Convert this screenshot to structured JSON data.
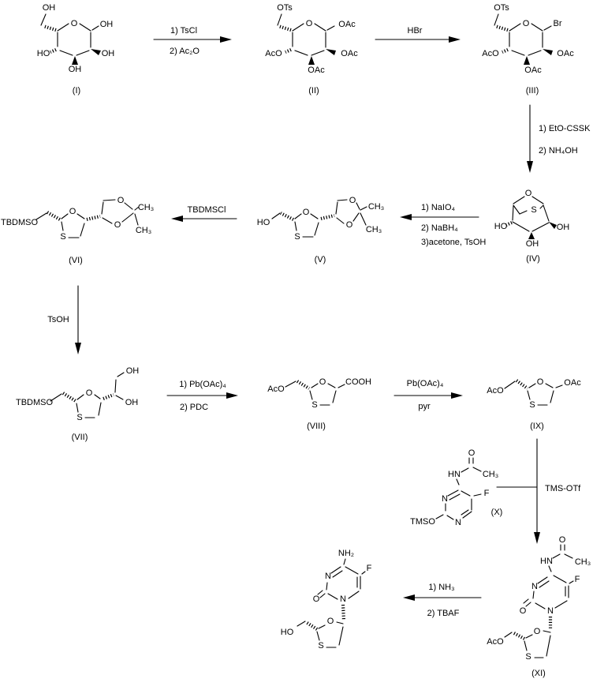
{
  "compounds": {
    "I": {
      "label": "(I)",
      "ch2oh": "OH",
      "ring_o": "O",
      "c1": "OH",
      "c2": "OH",
      "c3": "OH",
      "c4": "HO"
    },
    "II": {
      "label": "(II)",
      "ots": "OTs",
      "ring_o": "O",
      "c1": "OAc",
      "c2": "OAc",
      "c3": "OAc",
      "c4": "AcO"
    },
    "III": {
      "label": "(III)",
      "ots": "OTs",
      "ring_o": "O",
      "c1": "Br",
      "c2": "OAc",
      "c3": "OAc",
      "c4": "AcO"
    },
    "IV": {
      "label": "(IV)",
      "ring_o": "O",
      "ring_s": "S",
      "ho": "HO",
      "oh_right": "OH",
      "oh_bottom": "OH"
    },
    "V": {
      "label": "(V)",
      "ho": "HO",
      "ring_o": "O",
      "ring_s": "S",
      "diox_o_top": "O",
      "diox_o_bottom": "O",
      "ch3_top": "CH₃",
      "ch3_bottom": "CH₃"
    },
    "VI": {
      "label": "(VI)",
      "tbdmso": "TBDMSO",
      "ring_o": "O",
      "ring_s": "S",
      "diox_o_top": "O",
      "diox_o_bottom": "O",
      "ch3_top": "CH₃",
      "ch3_bottom": "CH₃"
    },
    "VII": {
      "label": "(VII)",
      "tbdmso": "TBDMSO",
      "ring_o": "O",
      "ring_s": "S",
      "oh_top": "OH",
      "oh_side": "OH"
    },
    "VIII": {
      "label": "(VIII)",
      "aco": "AcO",
      "ring_o": "O",
      "ring_s": "S",
      "cooh": "COOH"
    },
    "IX": {
      "label": "(IX)",
      "aco": "AcO",
      "ring_o": "O",
      "ring_s": "S",
      "oac": "OAc"
    },
    "X": {
      "label": "(X)",
      "o_acyl": "O",
      "hn": "HN",
      "ch3": "CH₃",
      "n3": "N",
      "f": "F",
      "tmso": "TMSO",
      "n1": "N"
    },
    "XI": {
      "label": "(XI)",
      "o_acyl": "O",
      "hn": "HN",
      "ch3": "CH₃",
      "n3": "N",
      "f": "F",
      "o_c2": "O",
      "n1": "N",
      "ring_o": "O",
      "ring_s": "S",
      "aco": "AcO"
    },
    "final": {
      "nh2": "NH₂",
      "f": "F",
      "n3": "N",
      "o_c2": "O",
      "n1": "N",
      "ring_o": "O",
      "ring_s": "S",
      "ho": "HO"
    }
  },
  "reactions": {
    "r1": {
      "above": "1) TsCl",
      "below": "2) Ac₂O"
    },
    "r2": {
      "above": "HBr"
    },
    "r3": {
      "line1": "1) EtO-CSSK",
      "line2": "2) NH₄OH"
    },
    "r4": {
      "above": "1) NaIO₄",
      "below1": "2) NaBH₄",
      "below2": "3)acetone, TsOH"
    },
    "r5": {
      "above": "TBDMSCl"
    },
    "r6": {
      "label": "TsOH"
    },
    "r7": {
      "above": "1) Pb(OAc)₄",
      "below": "2) PDC"
    },
    "r8": {
      "above": "Pb(OAc)₄",
      "below": "pyr"
    },
    "r9": {
      "label": "TMS-OTf"
    },
    "r10": {
      "above": "1) NH₃",
      "below": "2) TBAF"
    }
  }
}
